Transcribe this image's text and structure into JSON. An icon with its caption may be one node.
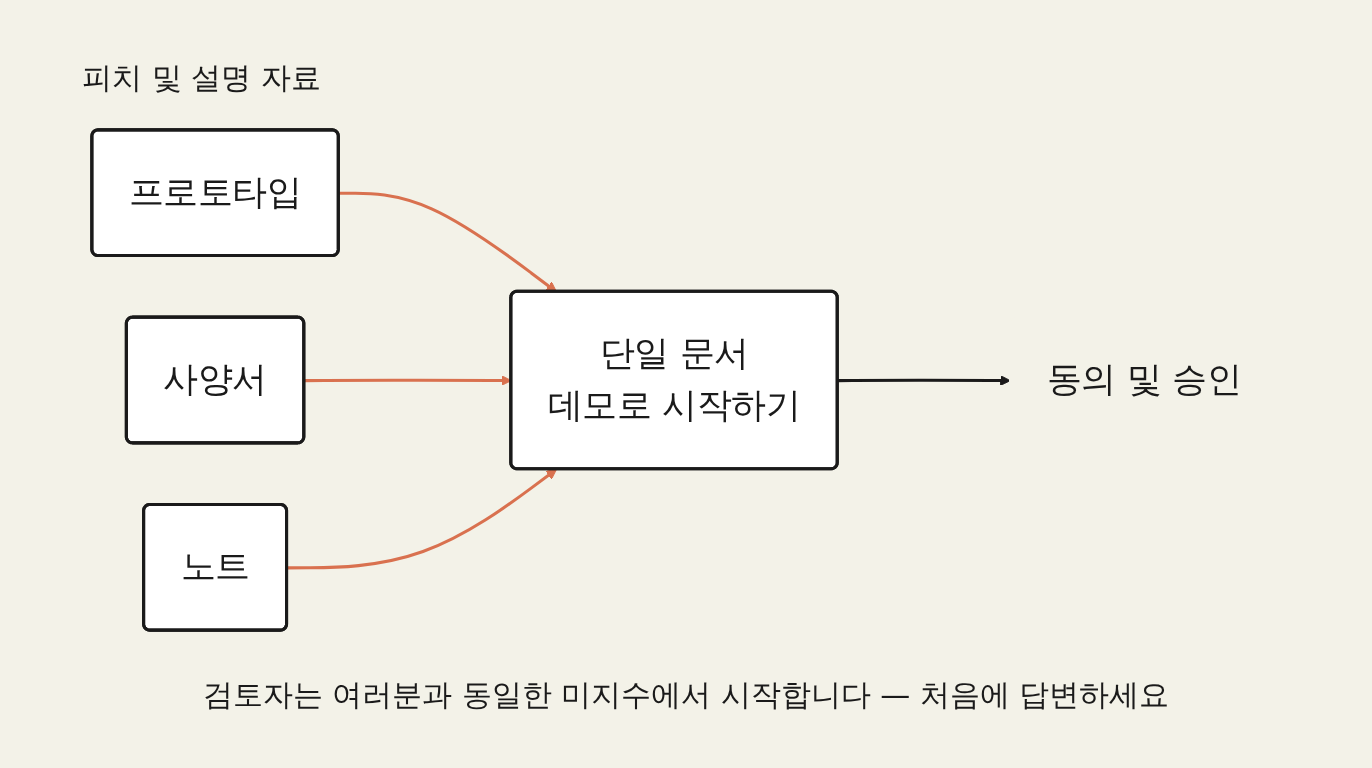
{
  "diagram": {
    "title": "피치 및 설명 자료",
    "nodes": [
      {
        "text": [
          "프로토타입"
        ]
      },
      {
        "text": [
          "사양서"
        ]
      },
      {
        "text": [
          "노트"
        ]
      },
      {
        "text": [
          "단일 문서",
          "데모로 시작하기"
        ]
      },
      {
        "text": [
          "동의 및 승인"
        ]
      }
    ],
    "edges": [
      {
        "from": 0,
        "to": 3,
        "arrow": "to"
      },
      {
        "from": 1,
        "to": 3,
        "arrow": "to"
      },
      {
        "from": 2,
        "to": 3,
        "arrow": "to"
      },
      {
        "from": 3,
        "to": 4,
        "arrow": "to",
        "color": "#1a1a1a"
      }
    ],
    "caption": "검토자는 여러분과 동일한 미지수에서 시작합니다 — 처음에 답변하세요"
  }
}
